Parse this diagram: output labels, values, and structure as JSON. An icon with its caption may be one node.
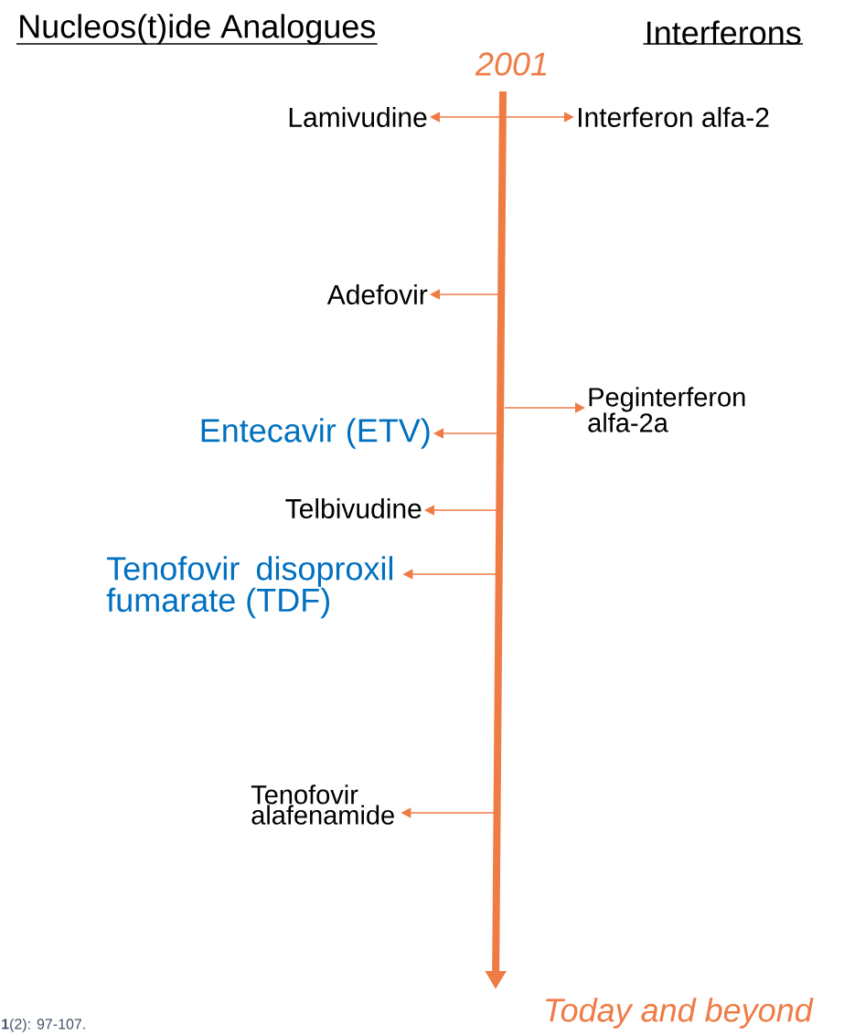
{
  "diagram": {
    "nodes": [
      {
        "text": [
          "Lamivudine"
        ]
      },
      {
        "text": [
          "Interferon alfa-2"
        ]
      },
      {
        "text": [
          "Adefovir"
        ]
      },
      {
        "text": [
          "Peginterferon alfa-2a"
        ]
      },
      {
        "text": [
          "Entecavir (ETV)"
        ]
      },
      {
        "text": [
          "Telbivudine"
        ]
      },
      {
        "text": [
          "Tenofovir disoproxil fumarate (TDF)"
        ]
      },
      {
        "text": [
          "Tenofovir alafenamide"
        ]
      }
    ],
    "edges": [
      {
        "from": 0,
        "to": 1,
        "arrow": "both"
      },
      {
        "from": null,
        "to": 2,
        "arrow": "to"
      },
      {
        "from": null,
        "to": 3,
        "arrow": "to"
      },
      {
        "from": null,
        "to": 4,
        "arrow": "to"
      },
      {
        "from": null,
        "to": 5,
        "arrow": "to"
      },
      {
        "from": null,
        "to": 6,
        "arrow": "to"
      },
      {
        "from": null,
        "to": 7,
        "arrow": "to"
      }
    ],
    "labels": [
      "Nucleos(t)ide Analogues",
      "Interferons",
      "2001",
      "Today and beyond",
      "**1**(2): 97-107."
    ]
  }
}
